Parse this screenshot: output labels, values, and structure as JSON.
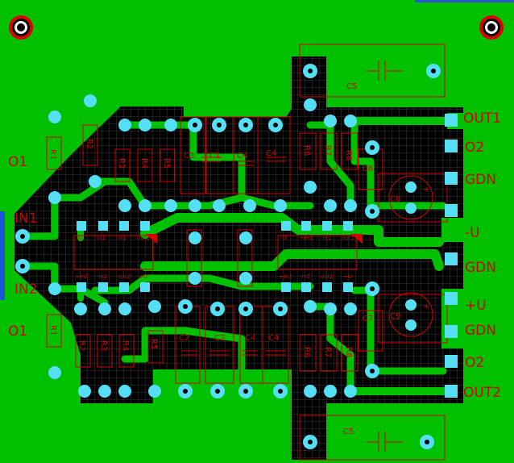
{
  "colors": {
    "copper": "#00c000",
    "substrate": "#000000",
    "grid": "#3a3a3a",
    "pad": "#55dff5",
    "silk": "#d40000",
    "mount_ring": "#e00000",
    "edge_left": "#1e54d8",
    "edge_top": "#2a55d0"
  },
  "connectors": {
    "left": [
      {
        "id": "o1-top",
        "label": "O1"
      },
      {
        "id": "in1",
        "label": "IN1"
      },
      {
        "id": "in2",
        "label": "IN2"
      },
      {
        "id": "o1-bottom",
        "label": "O1"
      }
    ],
    "right": [
      {
        "id": "out1",
        "label": "OUT1"
      },
      {
        "id": "o2-top",
        "label": "O2"
      },
      {
        "id": "gdn-1",
        "label": "GDN"
      },
      {
        "id": "minus-u",
        "label": "-U"
      },
      {
        "id": "gdn-2",
        "label": "GDN"
      },
      {
        "id": "plus-u",
        "label": "+U"
      },
      {
        "id": "gdn-3",
        "label": "GDN"
      },
      {
        "id": "o2-bottom",
        "label": "O2"
      },
      {
        "id": "out2",
        "label": "OUT2"
      }
    ]
  },
  "refdes": {
    "r1_top": "R1",
    "r2_top": "R2",
    "r3_top": "R3",
    "r4_top": "R4",
    "r5_top": "R5",
    "c1_top": "C1",
    "c3_top": "C3",
    "c4a_top": "C4",
    "c4b_top": "C4",
    "r6_top": "R6",
    "r7_top": "R7",
    "r8_top": "R8",
    "c5_top": "C5",
    "c6_top": "C6",
    "c8_top": "C8",
    "r1_bot": "R1",
    "r2_bot": "R2",
    "r3_bot": "R3",
    "r4_bot": "R4",
    "r5_bot": "R5",
    "c2a_bot": "C2",
    "c2b_bot": "C2",
    "c4a_bot": "C4",
    "c4b_bot": "C4",
    "r6_bot": "R6",
    "r7_bot": "R7",
    "r8_bot": "R8",
    "c5_bot": "C5",
    "c7_bot": "C7",
    "c9_bot": "C9"
  },
  "ic_pins": {
    "u1_top": [
      "-U",
      "in1",
      "in1",
      "out1"
    ],
    "u1_bot": [
      "+in2",
      "-in2",
      "out2",
      "+U"
    ],
    "u2_top": [
      "-U",
      "+in1",
      "-in1",
      "out1"
    ],
    "u2_bot": [
      "+in2",
      "-in2",
      "out2",
      "+U"
    ]
  }
}
